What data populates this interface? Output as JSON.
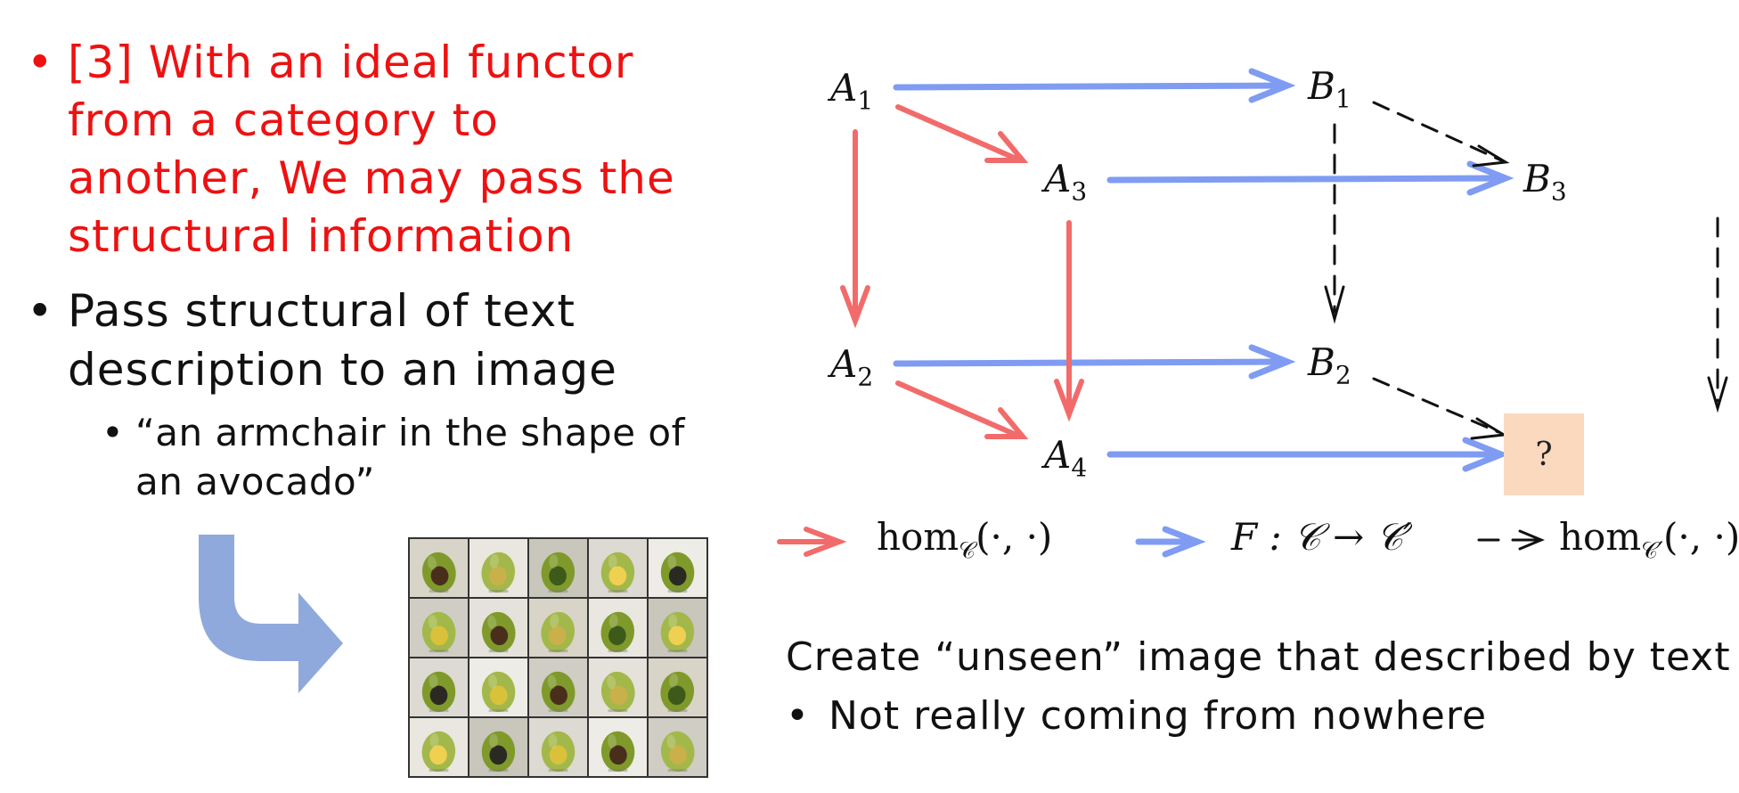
{
  "bullets": {
    "red": "[3] With an ideal functor from a category to another, We may pass the structural information",
    "black": "Pass structural of text description to an image",
    "sub": "“an armchair in the shape of an avocado”"
  },
  "diagram": {
    "nodes": {
      "A1": {
        "base": "A",
        "sub": "1"
      },
      "A2": {
        "base": "A",
        "sub": "2"
      },
      "A3": {
        "base": "A",
        "sub": "3"
      },
      "A4": {
        "base": "A",
        "sub": "4"
      },
      "B1": {
        "base": "B",
        "sub": "1"
      },
      "B2": {
        "base": "B",
        "sub": "2"
      },
      "B3": {
        "base": "B",
        "sub": "3"
      }
    },
    "unknown": "?",
    "legend": {
      "red": {
        "prefix": "hom",
        "sub": "𝒞",
        "suffix": "(·, ·)"
      },
      "blue": {
        "text": "F : 𝒞 → 𝒞′"
      },
      "dashed": {
        "prefix": "hom",
        "sub": "𝒞′",
        "suffix": "(·, ·)"
      }
    },
    "colors": {
      "red": "#f26b6b",
      "blue": "#7f9cf2",
      "dashed": "#111111",
      "unknown_box": "#fbd9bf"
    }
  },
  "caption": "Create “unseen” image that described by text",
  "note": "Not really coming from nowhere",
  "avocado_grid": {
    "rows": 4,
    "cols": 5
  }
}
